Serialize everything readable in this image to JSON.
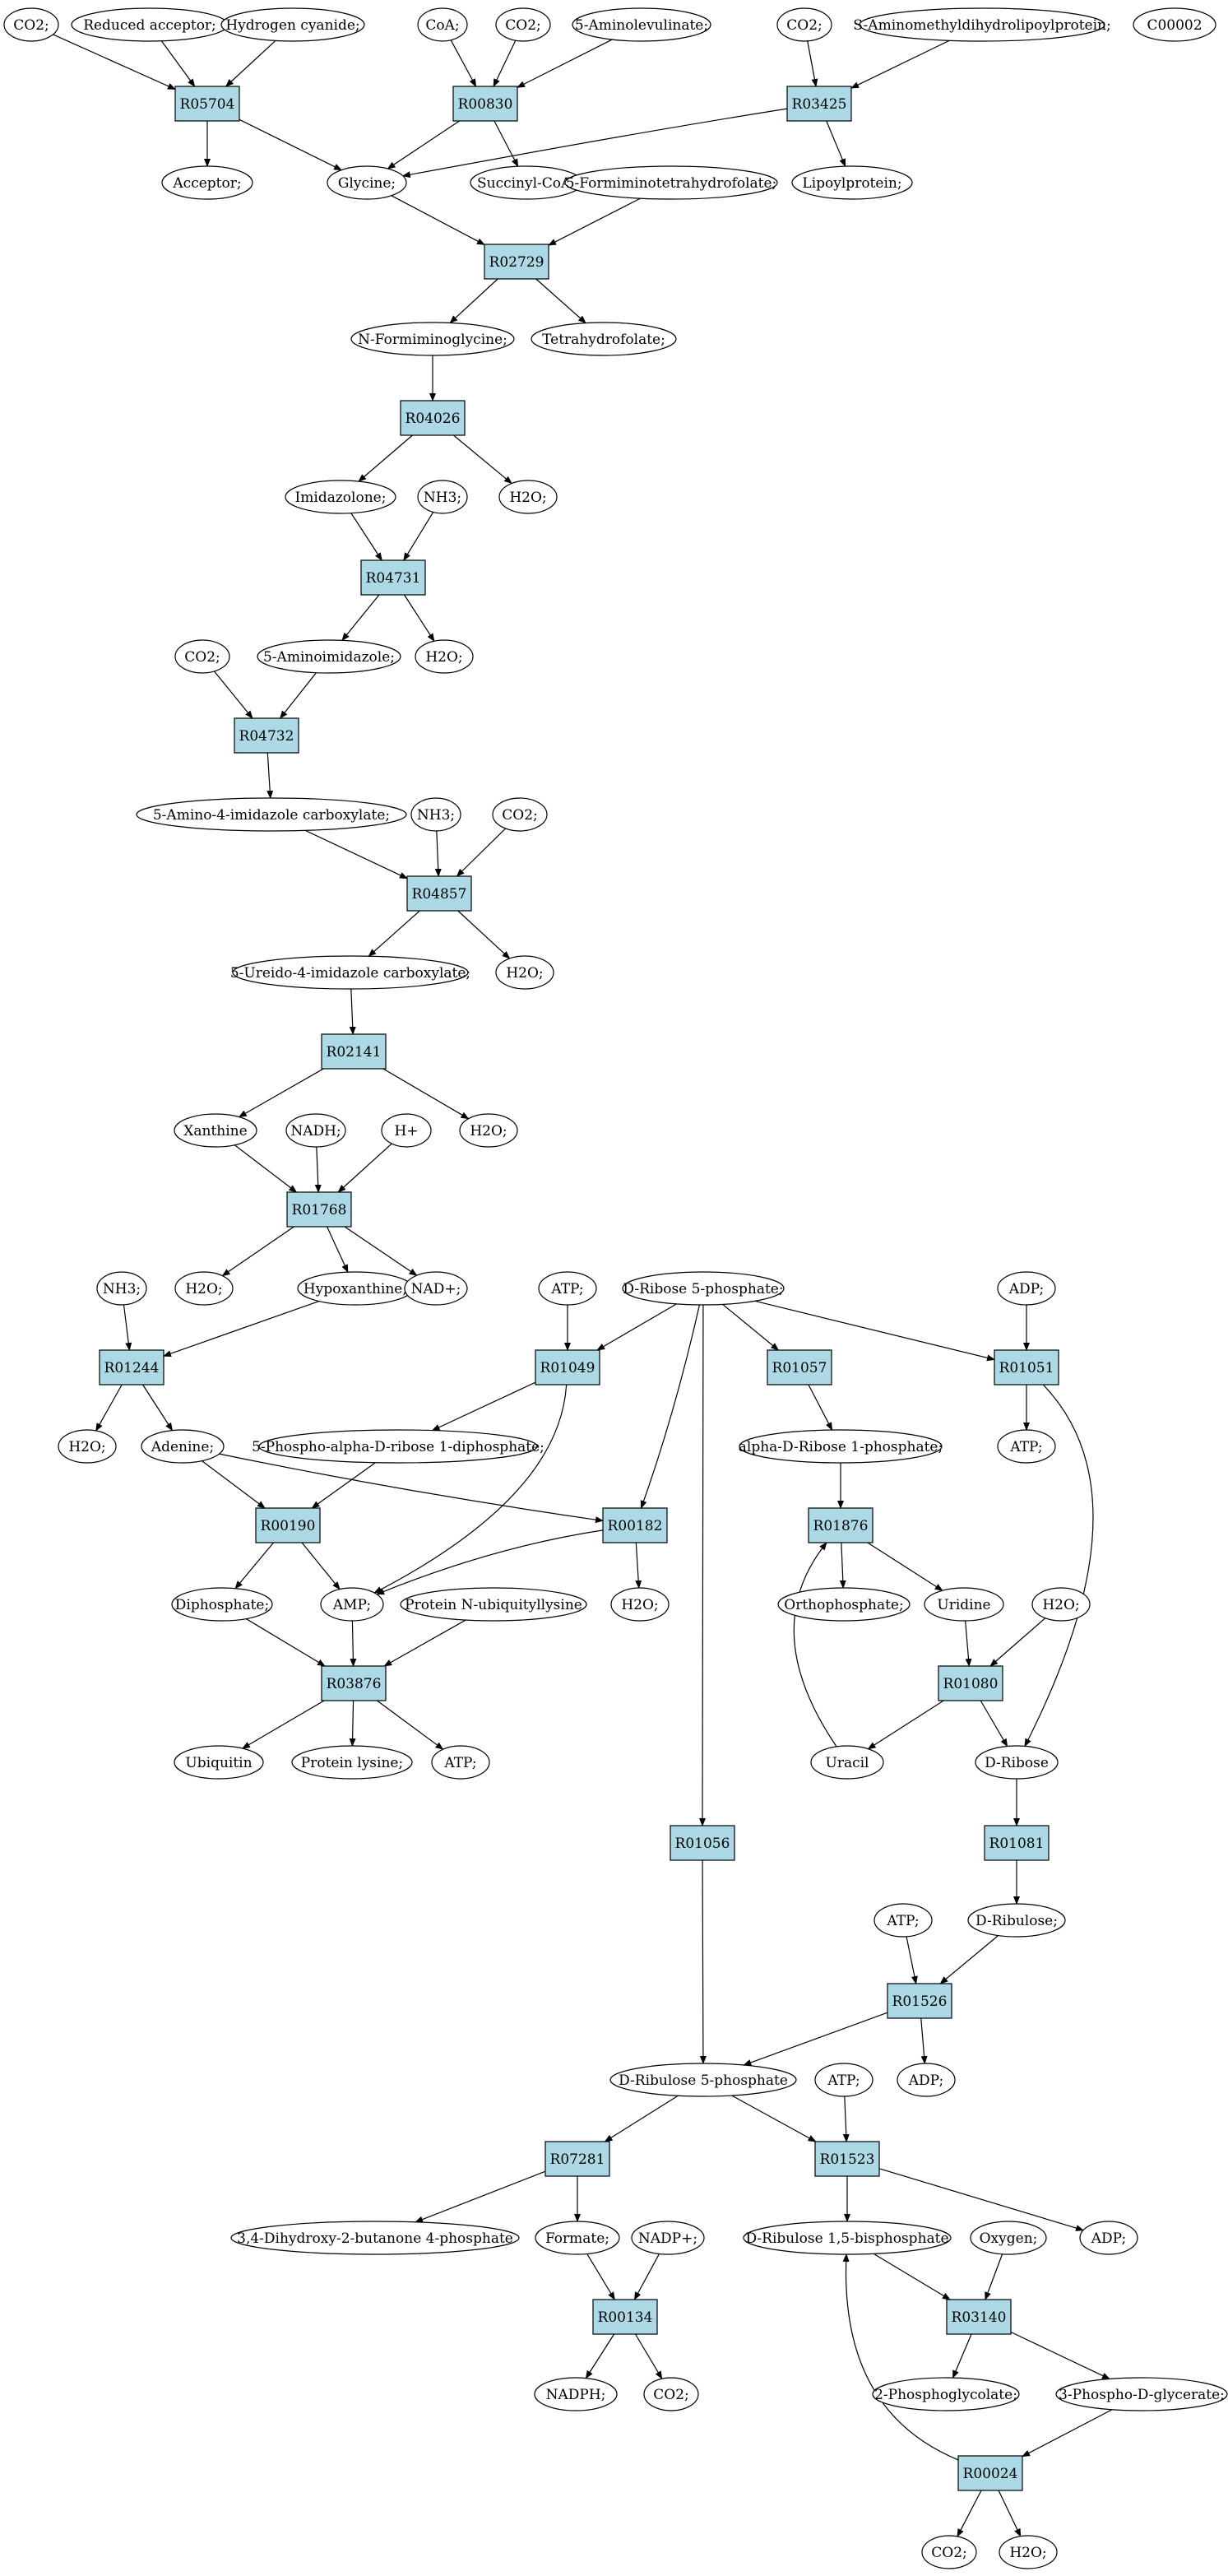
{
  "colors": {
    "reaction_fill": "#add8e6",
    "compound_fill": "#ffffff",
    "highlight_green": "#00ff00",
    "highlight_yellow": "#ffff00",
    "stroke": "#000000"
  },
  "compounds": {
    "co2_a": "CO2;",
    "reduced_acceptor": "Reduced acceptor;",
    "hydrogen_cyanide": "Hydrogen cyanide;",
    "coa": "CoA;",
    "co2_b": "CO2;",
    "aminolevulinate": "5-Aminolevulinate;",
    "co2_c": "CO2;",
    "s_aminomethyl": "S-Aminomethyldihydrolipoylprotein;",
    "c00002": "C00002",
    "acceptor": "Acceptor;",
    "glycine": "Glycine;",
    "succinyl_coa": "Succinyl-CoA;",
    "formiminotetrahydrofolate": "5-Formiminotetrahydrofolate;",
    "lipoylprotein": "Lipoylprotein;",
    "n_formiminoglycine": "N-Formiminoglycine;",
    "tetrahydrofolate": "Tetrahydrofolate;",
    "imidazolone": "Imidazolone;",
    "nh3_a": "NH3;",
    "h2o_a": "H2O;",
    "co2_d": "CO2;",
    "aminoimidazole": "5-Aminoimidazole;",
    "h2o_b": "H2O;",
    "amino_imidazole_carboxylate": "5-Amino-4-imidazole carboxylate;",
    "nh3_b": "NH3;",
    "co2_e": "CO2;",
    "ureido_imidazole_carboxylate": "5-Ureido-4-imidazole carboxylate;",
    "h2o_c": "H2O;",
    "xanthine": "Xanthine",
    "nadh": "NADH;",
    "h_plus": "H+",
    "h2o_d": "H2O;",
    "nh3_c": "NH3;",
    "h2o_e": "H2O;",
    "hypoxanthine": "Hypoxanthine;",
    "nad_plus": "NAD+;",
    "atp_a": "ATP;",
    "d_ribose_5p": "D-Ribose 5-phosphate;",
    "adp_a": "ADP;",
    "h2o_f": "H2O;",
    "adenine": "Adenine;",
    "prpp": "5-Phospho-alpha-D-ribose 1-diphosphate;",
    "alpha_d_ribose_1p": "alpha-D-Ribose 1-phosphate;",
    "atp_b": "ATP;",
    "diphosphate": "Diphosphate;",
    "amp": "AMP;",
    "protein_n_ubiquityllysine": "Protein N-ubiquityllysine",
    "h2o_g": "H2O;",
    "orthophosphate": "Orthophosphate;",
    "uridine": "Uridine",
    "h2o_h": "H2O;",
    "ubiquitin": "Ubiquitin",
    "protein_lysine": "Protein lysine;",
    "atp_c": "ATP;",
    "uracil": "Uracil",
    "d_ribose": "D-Ribose",
    "atp_d": "ATP;",
    "d_ribulose": "D-Ribulose;",
    "d_ribulose_5p": "D-Ribulose 5-phosphate",
    "atp_e": "ATP;",
    "adp_b": "ADP;",
    "dihydroxy_butanone": "3,4-Dihydroxy-2-butanone 4-phosphate",
    "formate": "Formate;",
    "nadp_plus": "NADP+;",
    "d_ribulose_15bp": "D-Ribulose 1,5-bisphosphate",
    "oxygen": "Oxygen;",
    "adp_c": "ADP;",
    "nadph": "NADPH;",
    "co2_f": "CO2;",
    "phosphoglycolate": "2-Phosphoglycolate;",
    "phospho_d_glycerate": "3-Phospho-D-glycerate;",
    "co2_g": "CO2;",
    "h2o_i": "H2O;"
  },
  "reactions": {
    "R05704": "R05704",
    "R00830": "R00830",
    "R03425": "R03425",
    "R02729": "R02729",
    "R04026": "R04026",
    "R04731": "R04731",
    "R04732": "R04732",
    "R04857": "R04857",
    "R02141": "R02141",
    "R01768": "R01768",
    "R01244": "R01244",
    "R01049": "R01049",
    "R01057": "R01057",
    "R01051": "R01051",
    "R00190": "R00190",
    "R00182": "R00182",
    "R01876": "R01876",
    "R03876": "R03876",
    "R01080": "R01080",
    "R01056": "R01056",
    "R01081": "R01081",
    "R01526": "R01526",
    "R07281": "R07281",
    "R01523": "R01523",
    "R00134": "R00134",
    "R03140": "R03140",
    "R00024": "R00024"
  }
}
